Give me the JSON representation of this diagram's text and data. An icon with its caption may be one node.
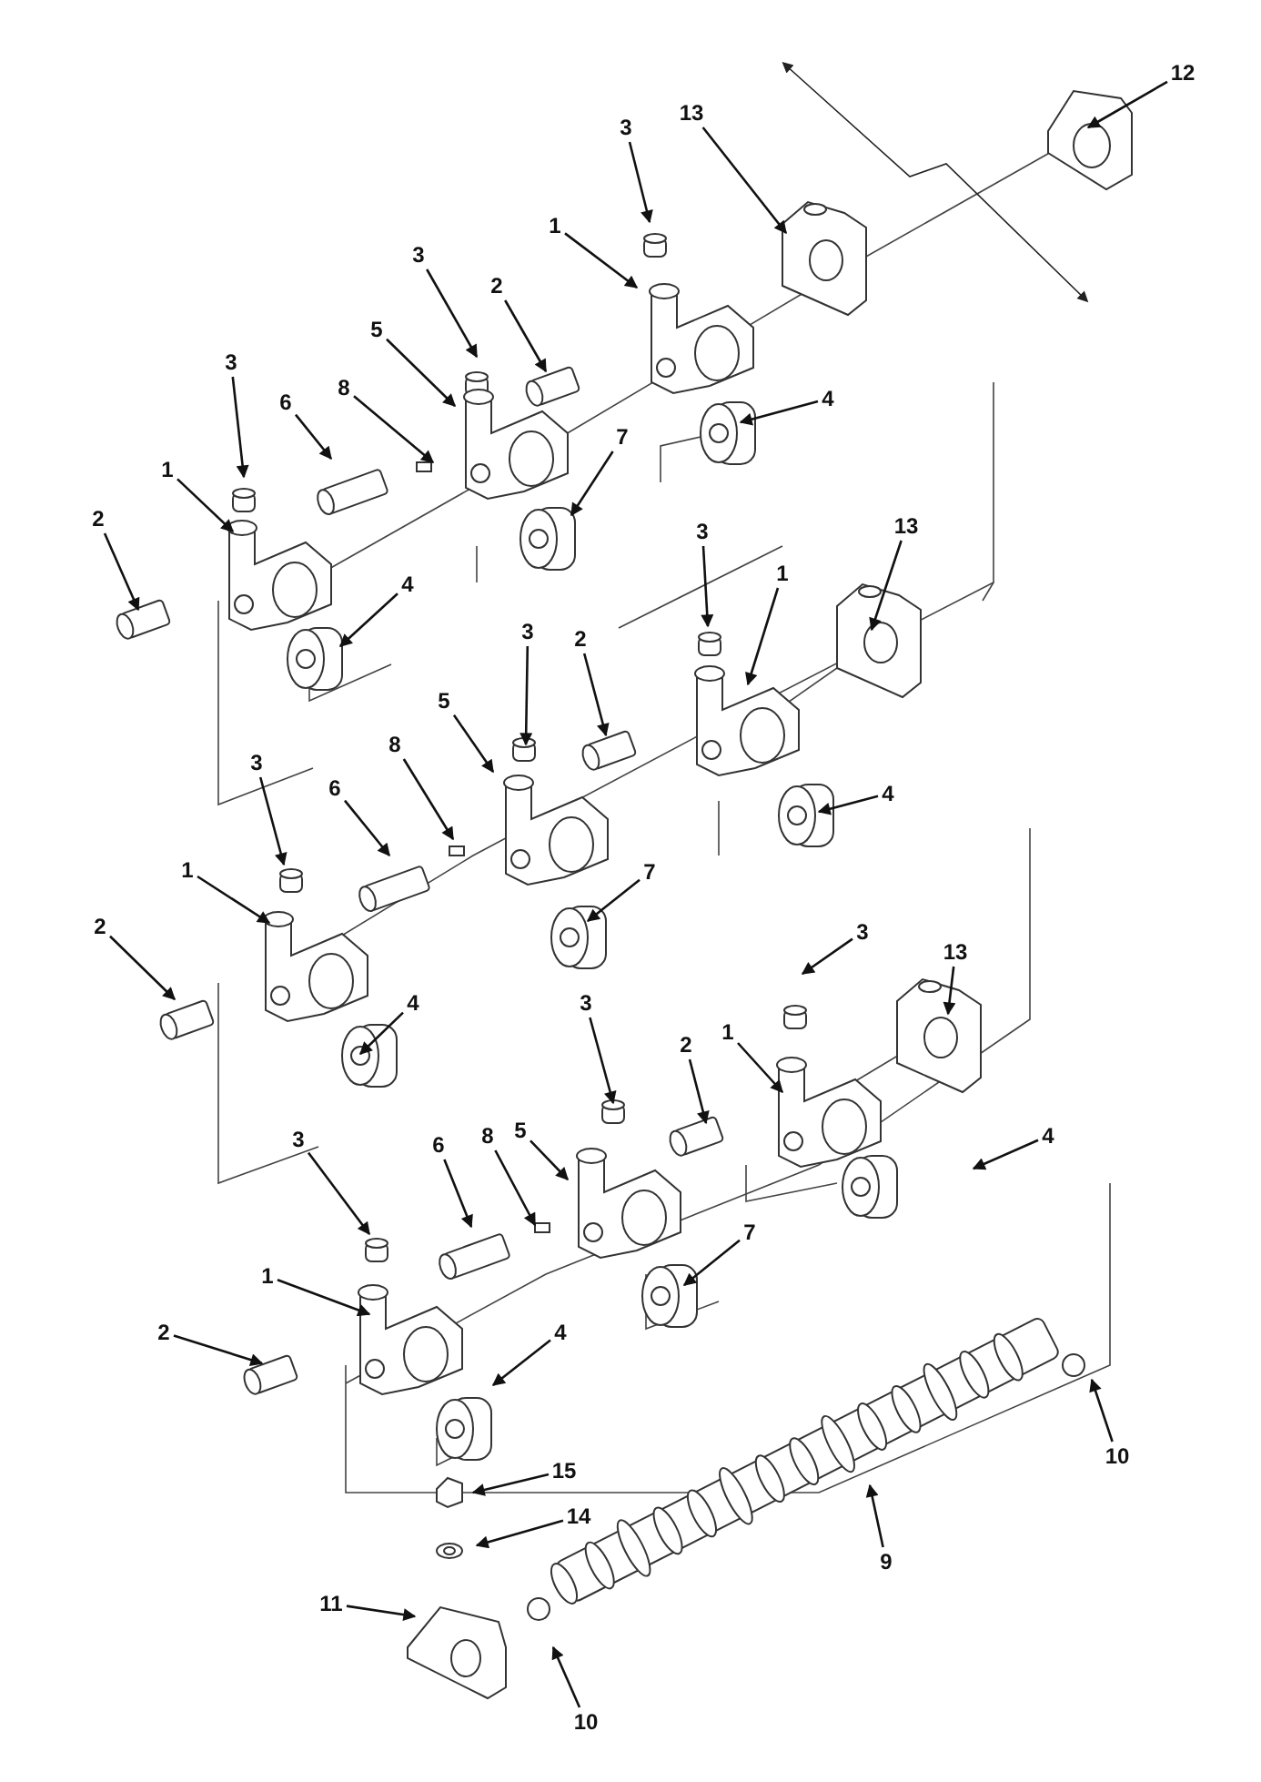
{
  "diagram": {
    "nodes": [
      {
        "text": [
          "12"
        ]
      },
      {
        "text": [
          "13"
        ]
      },
      {
        "text": [
          "3"
        ]
      },
      {
        "text": [
          "1"
        ]
      },
      {
        "text": [
          "3"
        ]
      },
      {
        "text": [
          "2"
        ]
      },
      {
        "text": [
          "5"
        ]
      },
      {
        "text": [
          "3"
        ]
      },
      {
        "text": [
          "6"
        ]
      },
      {
        "text": [
          "8"
        ]
      },
      {
        "text": [
          "4"
        ]
      },
      {
        "text": [
          "7"
        ]
      },
      {
        "text": [
          "1"
        ]
      },
      {
        "text": [
          "2"
        ]
      },
      {
        "text": [
          "4"
        ]
      },
      {
        "text": [
          "13"
        ]
      },
      {
        "text": [
          "3"
        ]
      },
      {
        "text": [
          "1"
        ]
      },
      {
        "text": [
          "3"
        ]
      },
      {
        "text": [
          "2"
        ]
      },
      {
        "text": [
          "5"
        ]
      },
      {
        "text": [
          "8"
        ]
      },
      {
        "text": [
          "3"
        ]
      },
      {
        "text": [
          "6"
        ]
      },
      {
        "text": [
          "4"
        ]
      },
      {
        "text": [
          "7"
        ]
      },
      {
        "text": [
          "1"
        ]
      },
      {
        "text": [
          "2"
        ]
      },
      {
        "text": [
          "3"
        ]
      },
      {
        "text": [
          "13"
        ]
      },
      {
        "text": [
          "4"
        ]
      },
      {
        "text": [
          "3"
        ]
      },
      {
        "text": [
          "1"
        ]
      },
      {
        "text": [
          "2"
        ]
      },
      {
        "text": [
          "3"
        ]
      },
      {
        "text": [
          "6"
        ]
      },
      {
        "text": [
          "8"
        ]
      },
      {
        "text": [
          "5"
        ]
      },
      {
        "text": [
          "4"
        ]
      },
      {
        "text": [
          "7"
        ]
      },
      {
        "text": [
          "1"
        ]
      },
      {
        "text": [
          "2"
        ]
      },
      {
        "text": [
          "4"
        ]
      },
      {
        "text": [
          "10"
        ]
      },
      {
        "text": [
          "15"
        ]
      },
      {
        "text": [
          "14"
        ]
      },
      {
        "text": [
          "9"
        ]
      },
      {
        "text": [
          "11"
        ]
      },
      {
        "text": [
          "10"
        ]
      }
    ],
    "edges": [
      {
        "from": 0,
        "to": null,
        "arrow": "to"
      },
      {
        "from": 1,
        "to": null,
        "arrow": "to"
      },
      {
        "from": 2,
        "to": null,
        "arrow": "to"
      },
      {
        "from": 3,
        "to": null,
        "arrow": "to"
      },
      {
        "from": 4,
        "to": null,
        "arrow": "to"
      },
      {
        "from": 5,
        "to": null,
        "arrow": "to"
      },
      {
        "from": 6,
        "to": null,
        "arrow": "to"
      },
      {
        "from": 7,
        "to": null,
        "arrow": "to"
      },
      {
        "from": 8,
        "to": null,
        "arrow": "to"
      },
      {
        "from": 9,
        "to": null,
        "arrow": "to"
      },
      {
        "from": 10,
        "to": null,
        "arrow": "to"
      },
      {
        "from": 11,
        "to": null,
        "arrow": "to"
      },
      {
        "from": 12,
        "to": null,
        "arrow": "to"
      },
      {
        "from": 13,
        "to": null,
        "arrow": "to"
      },
      {
        "from": 14,
        "to": null,
        "arrow": "to"
      },
      {
        "from": 15,
        "to": null,
        "arrow": "to"
      },
      {
        "from": 16,
        "to": null,
        "arrow": "to"
      },
      {
        "from": 17,
        "to": null,
        "arrow": "to"
      },
      {
        "from": 18,
        "to": null,
        "arrow": "to"
      },
      {
        "from": 19,
        "to": null,
        "arrow": "to"
      },
      {
        "from": 20,
        "to": null,
        "arrow": "to"
      },
      {
        "from": 21,
        "to": null,
        "arrow": "to"
      },
      {
        "from": 22,
        "to": null,
        "arrow": "to"
      },
      {
        "from": 23,
        "to": null,
        "arrow": "to"
      },
      {
        "from": 24,
        "to": null,
        "arrow": "to"
      },
      {
        "from": 25,
        "to": null,
        "arrow": "to"
      },
      {
        "from": 26,
        "to": null,
        "arrow": "to"
      },
      {
        "from": 27,
        "to": null,
        "arrow": "to"
      },
      {
        "from": 28,
        "to": null,
        "arrow": "to"
      },
      {
        "from": 29,
        "to": null,
        "arrow": "to"
      },
      {
        "from": 30,
        "to": null,
        "arrow": "to"
      },
      {
        "from": 31,
        "to": null,
        "arrow": "to"
      },
      {
        "from": 32,
        "to": null,
        "arrow": "to"
      },
      {
        "from": 33,
        "to": null,
        "arrow": "to"
      },
      {
        "from": 34,
        "to": null,
        "arrow": "to"
      },
      {
        "from": 35,
        "to": null,
        "arrow": "to"
      },
      {
        "from": 36,
        "to": null,
        "arrow": "to"
      },
      {
        "from": 37,
        "to": null,
        "arrow": "to"
      },
      {
        "from": 38,
        "to": null,
        "arrow": "to"
      },
      {
        "from": 39,
        "to": null,
        "arrow": "to"
      },
      {
        "from": 40,
        "to": null,
        "arrow": "to"
      },
      {
        "from": 41,
        "to": null,
        "arrow": "to"
      },
      {
        "from": 42,
        "to": null,
        "arrow": "to"
      },
      {
        "from": 43,
        "to": null,
        "arrow": "to"
      },
      {
        "from": 44,
        "to": null,
        "arrow": "to"
      },
      {
        "from": 45,
        "to": null,
        "arrow": "to"
      },
      {
        "from": 46,
        "to": null,
        "arrow": "to"
      },
      {
        "from": 47,
        "to": null,
        "arrow": "to"
      },
      {
        "from": 48,
        "to": null,
        "arrow": "to"
      }
    ]
  }
}
